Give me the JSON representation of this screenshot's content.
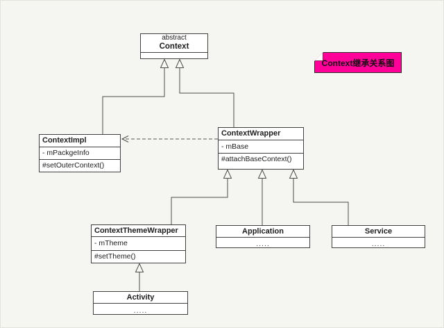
{
  "note": {
    "text": "Context继承关系图"
  },
  "colors": {
    "background": "#f5f5f1",
    "note_fill": "#ff0099",
    "box_fill": "#ffffff",
    "line": "#4a4a4a"
  },
  "classes": {
    "context": {
      "stereotype": "abstract",
      "name": "Context"
    },
    "context_impl": {
      "name": "ContextImpl",
      "attribute": "- mPackgeInfo",
      "method": "#setOuterContext()"
    },
    "context_wrapper": {
      "name": "ContextWrapper",
      "attribute": "- mBase",
      "method": "#attachBaseContext()"
    },
    "context_theme_wrapper": {
      "name": "ContextThemeWrapper",
      "attribute": "- mTheme",
      "method": "#setTheme()"
    },
    "application": {
      "name": "Application",
      "body": "....."
    },
    "service": {
      "name": "Service",
      "body": "....."
    },
    "activity": {
      "name": "Activity",
      "body": "....."
    }
  },
  "relationships": [
    {
      "from": "ContextImpl",
      "to": "Context",
      "type": "generalization"
    },
    {
      "from": "ContextWrapper",
      "to": "Context",
      "type": "generalization"
    },
    {
      "from": "ContextWrapper",
      "to": "ContextImpl",
      "type": "dependency"
    },
    {
      "from": "ContextThemeWrapper",
      "to": "ContextWrapper",
      "type": "generalization"
    },
    {
      "from": "Application",
      "to": "ContextWrapper",
      "type": "generalization"
    },
    {
      "from": "Service",
      "to": "ContextWrapper",
      "type": "generalization"
    },
    {
      "from": "Activity",
      "to": "ContextThemeWrapper",
      "type": "generalization"
    }
  ]
}
